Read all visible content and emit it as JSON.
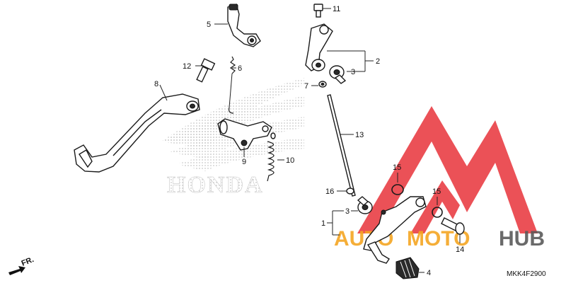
{
  "diagram": {
    "code": "MKK4F2900",
    "fr_label": "FR.",
    "watermark_brand": "HONDA",
    "logo_text": {
      "a": "AUTO",
      "b": "MOTO",
      "c": "HUB"
    },
    "callouts": [
      {
        "id": "c1",
        "text": "1"
      },
      {
        "id": "c2",
        "text": "2"
      },
      {
        "id": "c3a",
        "text": "3"
      },
      {
        "id": "c3b",
        "text": "3"
      },
      {
        "id": "c4",
        "text": "4"
      },
      {
        "id": "c5",
        "text": "5"
      },
      {
        "id": "c6",
        "text": "6"
      },
      {
        "id": "c7",
        "text": "7"
      },
      {
        "id": "c8",
        "text": "8"
      },
      {
        "id": "c9",
        "text": "9"
      },
      {
        "id": "c10",
        "text": "10"
      },
      {
        "id": "c11",
        "text": "11"
      },
      {
        "id": "c12",
        "text": "12"
      },
      {
        "id": "c13",
        "text": "13"
      },
      {
        "id": "c14",
        "text": "14"
      },
      {
        "id": "c15a",
        "text": "15"
      },
      {
        "id": "c15b",
        "text": "15"
      },
      {
        "id": "c16",
        "text": "16"
      }
    ],
    "colors": {
      "logo_red": "#e8333a",
      "logo_orange": "#f5a623",
      "logo_gray": "#5a5a5a",
      "watermark_dots": "#c8c8c8",
      "line": "#1a1a1a"
    }
  }
}
